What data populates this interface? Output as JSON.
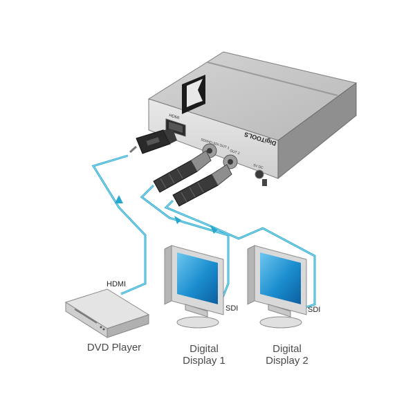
{
  "device": {
    "brand_text": "DigiTOOLS",
    "port_hdmi": "HDMI",
    "port_sdi_out1": "SDI/HD-SDI OUT 1",
    "port_sdi_out2": "OUT 2",
    "port_power": "5V DC"
  },
  "sources": [
    {
      "label": "DVD Player",
      "connection": "HDMI"
    }
  ],
  "displays": [
    {
      "label_line1": "Digital",
      "label_line2": "Display 1",
      "connection": "SDI"
    },
    {
      "label_line1": "Digital",
      "label_line2": "Display 2",
      "connection": "SDI"
    }
  ],
  "colors": {
    "cable": "#29a8cf",
    "device_body": "#c9c9c9",
    "screen": "#1689c9"
  }
}
